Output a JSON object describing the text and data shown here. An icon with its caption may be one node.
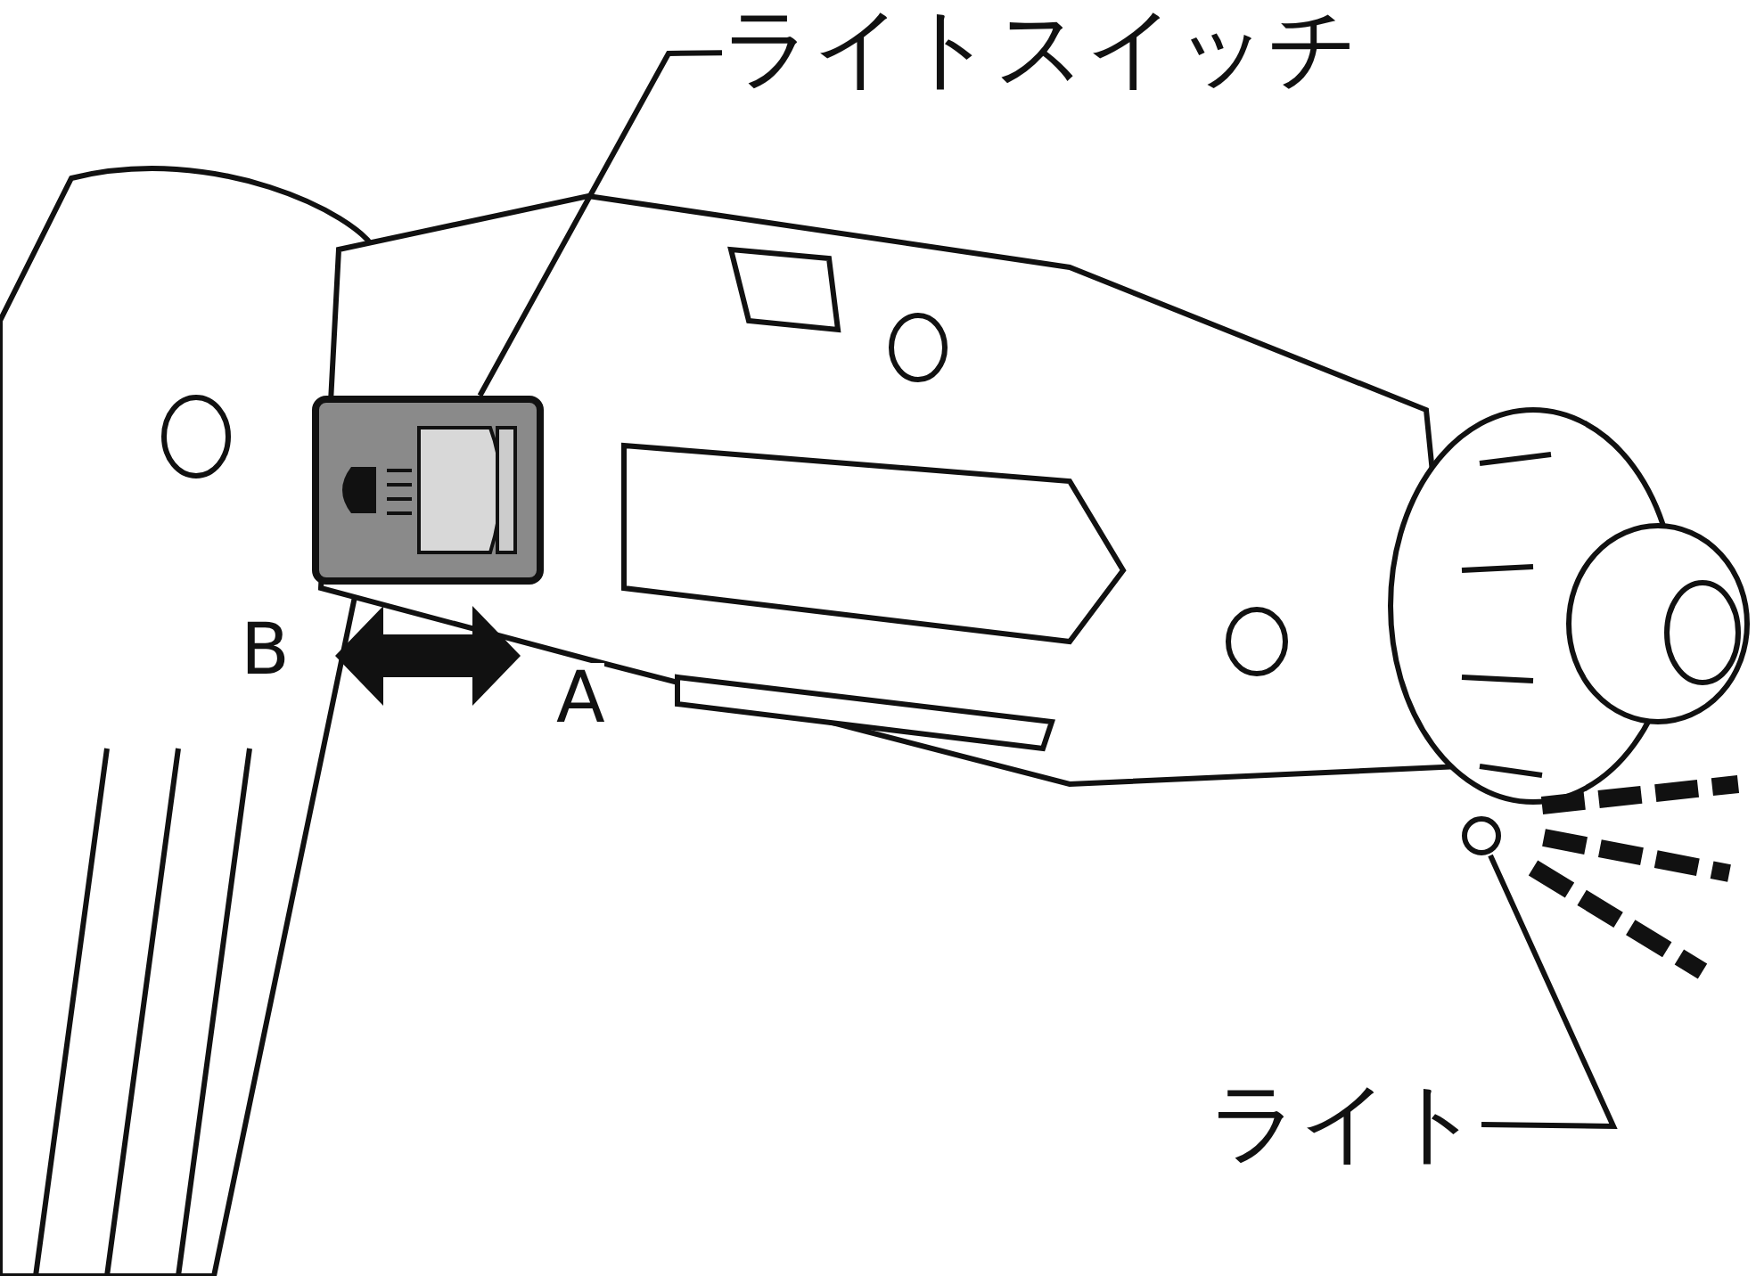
{
  "diagram": {
    "nodes": [
      {
        "text": [
          "ライトスイッチ"
        ]
      },
      {
        "text": [],
        "shape": "box"
      },
      {
        "text": [
          "ライト"
        ]
      },
      {
        "text": [],
        "shape": "circle"
      }
    ],
    "edges": [
      {
        "from": 0,
        "to": 1,
        "arrow": "none"
      },
      {
        "from": 2,
        "to": 3,
        "arrow": "none"
      }
    ],
    "labels": [
      "B",
      "A"
    ]
  }
}
